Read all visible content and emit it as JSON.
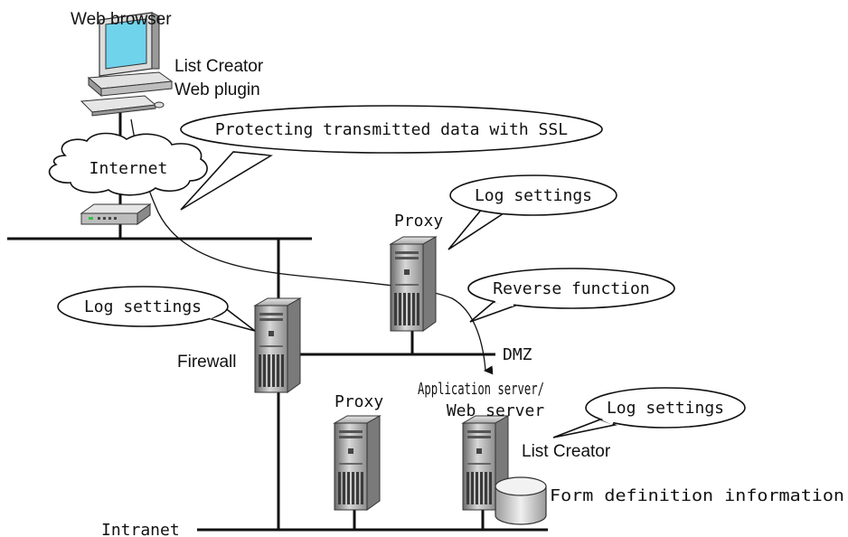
{
  "labels": {
    "web_browser": "Web browser",
    "plugin_line1": "List Creator",
    "plugin_line2": "Web plugin",
    "internet": "Internet",
    "proxy_dmz": "Proxy",
    "firewall": "Firewall",
    "dmz": "DMZ",
    "app_server_line1": "Application server/",
    "app_server_line2": "Web server",
    "proxy_intranet": "Proxy",
    "list_creator": "List Creator",
    "form_definition": "Form definition information",
    "intranet": "Intranet"
  },
  "callouts": {
    "ssl": "Protecting transmitted data with SSL",
    "log_proxy": "Log settings",
    "log_firewall": "Log settings",
    "reverse": "Reverse function",
    "log_app": "Log settings"
  }
}
